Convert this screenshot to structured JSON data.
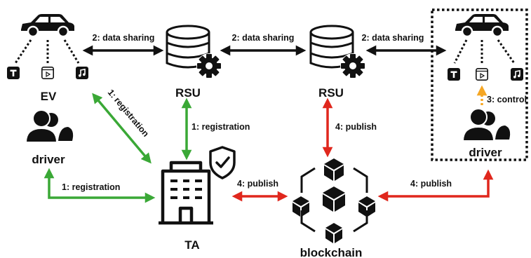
{
  "nodes": {
    "ev": "EV",
    "rsu_left": "RSU",
    "rsu_right": "RSU",
    "driver_left": "driver",
    "driver_right": "driver",
    "ta": "TA",
    "blockchain": "blockchain"
  },
  "edges": {
    "data_sharing_1": "2: data sharing",
    "data_sharing_2": "2: data sharing",
    "data_sharing_3": "2: data sharing",
    "registration_ev": "1: registration",
    "registration_rsu": "1: registration",
    "registration_driver": "1: registration",
    "publish_rsu": "4: publish",
    "publish_ta": "4: publish",
    "publish_driver": "4: publish",
    "control": "3: control"
  },
  "media_icons": [
    "text-icon",
    "video-icon",
    "music-icon"
  ],
  "colors": {
    "registration": "#3aa836",
    "publish": "#e0271d",
    "data_sharing": "#111111",
    "control": "#f5a623"
  }
}
